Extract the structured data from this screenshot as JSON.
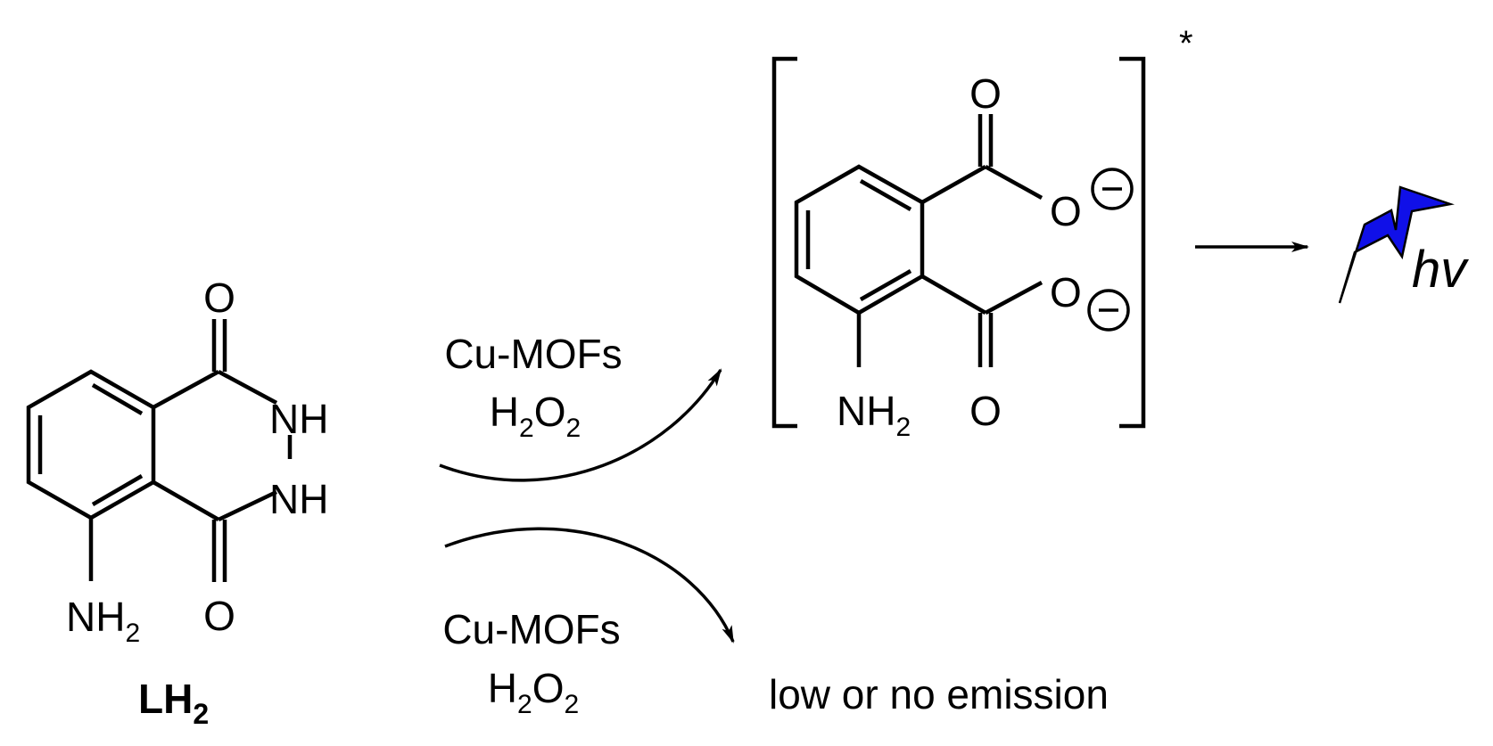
{
  "compound": {
    "label": "LH",
    "label_sub": "2",
    "atoms": {
      "o_top": "O",
      "o_bottom": "O",
      "nh_top": "NH",
      "nh_bottom": "NH",
      "nh2": "NH",
      "nh2_sub": "2"
    }
  },
  "reaction_upper": {
    "reagent_1": "Cu-MOFs",
    "reagent_2_main": "H",
    "reagent_2_sub1": "2",
    "reagent_2_mid": "O",
    "reagent_2_sub2": "2"
  },
  "reaction_lower": {
    "reagent_1": "Cu-MOFs",
    "reagent_2_main": "H",
    "reagent_2_sub1": "2",
    "reagent_2_mid": "O",
    "reagent_2_sub2": "2",
    "product": "low or no emission"
  },
  "excited_intermediate": {
    "excited_marker": "*",
    "atoms": {
      "o_top": "O",
      "o_minus_top": "O",
      "o_minus_bottom": "O",
      "o_bottom": "O",
      "nh2": "NH",
      "nh2_sub": "2"
    },
    "charge": "−"
  },
  "emission": {
    "symbol": "hv",
    "bolt_color": "#1010e8"
  }
}
